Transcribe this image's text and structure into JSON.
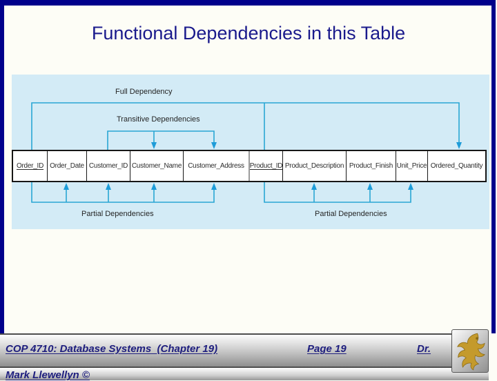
{
  "header": {
    "title": "Functional Dependencies in this Table"
  },
  "diagram": {
    "labels": {
      "full": "Full Dependency",
      "transitive": "Transitive Dependencies",
      "partial_left": "Partial Dependencies",
      "partial_right": "Partial Dependencies"
    },
    "table": {
      "columns": [
        "Order_ID",
        "Order_Date",
        "Customer_ID",
        "Customer_Name",
        "Customer_Address",
        "Product_ID",
        "Product_Description",
        "Product_Finish",
        "Unit_Price",
        "Ordered_Quantity"
      ],
      "key_columns": [
        "Order_ID",
        "Product_ID"
      ]
    },
    "colors": {
      "panel_bg": "#D3EBF6",
      "arrow": "#29A6D4"
    }
  },
  "footer": {
    "course": "COP 4710: Database Systems  (Chapter 19)",
    "page": "Page 19",
    "author_prefix": "Dr.",
    "author_line2": "Mark Llewellyn ©",
    "text_color": "#1E1E7E"
  },
  "logo": {
    "icon": "ucf-pegasus-logo",
    "gold": "#C49A2C"
  },
  "colors": {
    "slide_border": "#00008B",
    "title_text": "#1A1A8C"
  }
}
